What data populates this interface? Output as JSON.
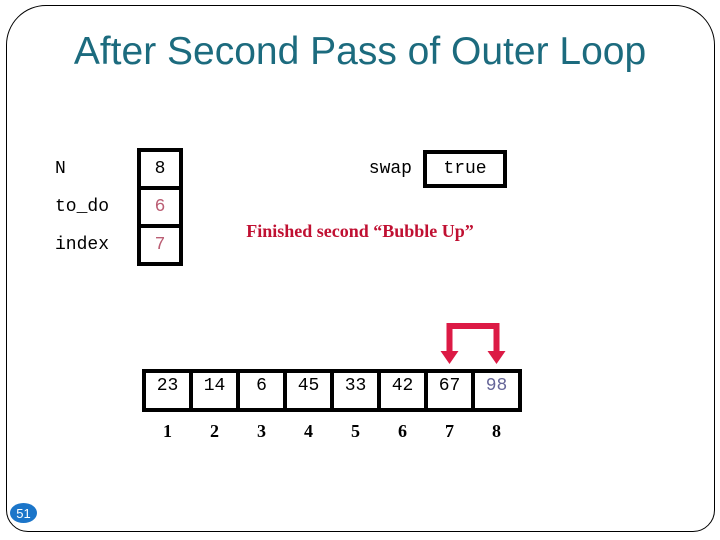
{
  "title": "After Second Pass of Outer Loop",
  "page_number": "51",
  "variables": [
    {
      "label": "N",
      "value": "8",
      "color": "#000000"
    },
    {
      "label": "to_do",
      "value": "6",
      "color": "#bb5e74"
    },
    {
      "label": "index",
      "value": "7",
      "color": "#bb5e74"
    }
  ],
  "swap": {
    "label": "swap",
    "value": "true"
  },
  "annotation": {
    "text": "Finished second “Bubble Up”"
  },
  "array": {
    "values": [
      "23",
      "14",
      "6",
      "45",
      "33",
      "42",
      "67",
      "98"
    ],
    "value_colors": [
      "#000000",
      "#000000",
      "#000000",
      "#000000",
      "#000000",
      "#000000",
      "#000000",
      "#666699"
    ],
    "indices": [
      "1",
      "2",
      "3",
      "4",
      "5",
      "6",
      "7",
      "8"
    ],
    "swap_arrow": {
      "from_index": "7",
      "to_index": "8"
    }
  },
  "colors": {
    "title_teal": "#1c6b7e",
    "annotation_crimson": "#c01032",
    "arrow_red": "#dc1a45",
    "badge_blue": "#1b75c9"
  }
}
